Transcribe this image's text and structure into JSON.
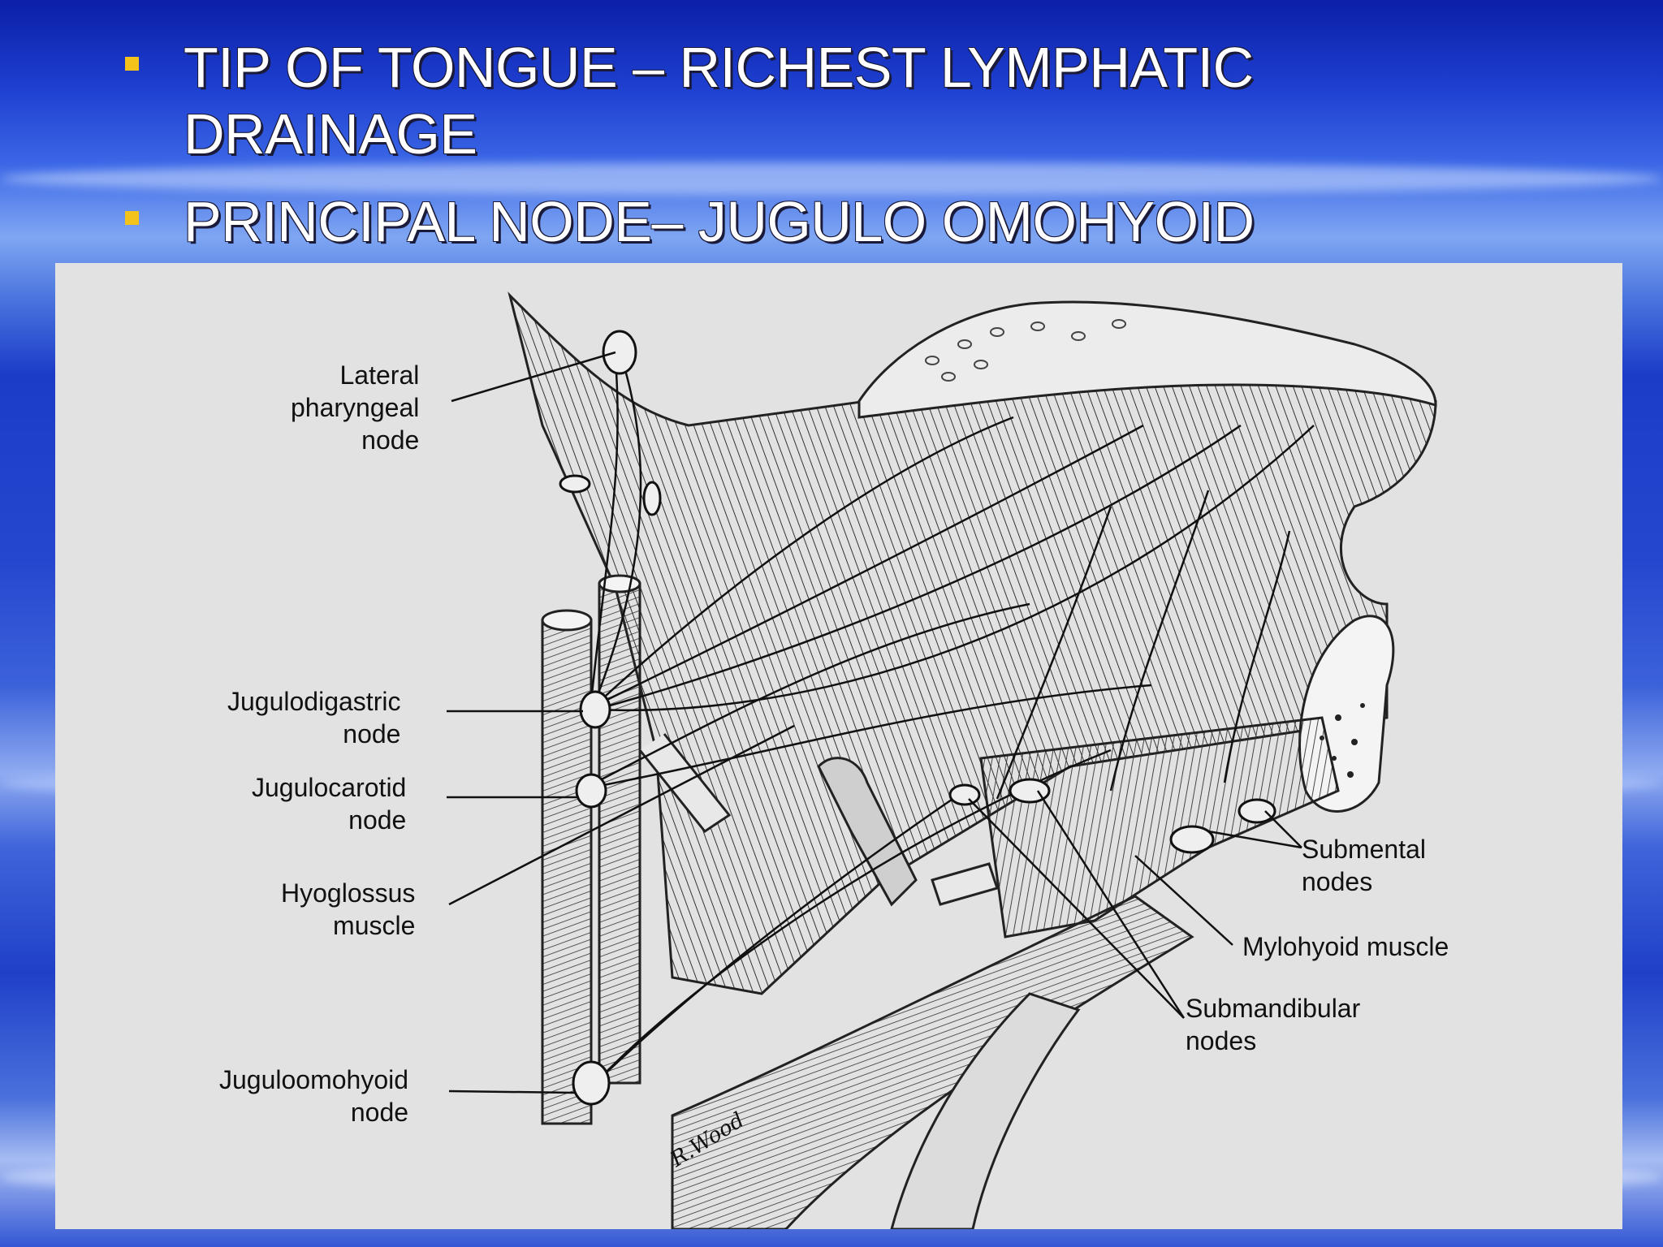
{
  "bullets": [
    {
      "text": "TIP OF TONGUE – RICHEST LYMPHATIC DRAINAGE"
    },
    {
      "text": "PRINCIPAL NODE– JUGULO OMOHYOID"
    }
  ],
  "figure": {
    "labels": {
      "lateral_pharyngeal": [
        "Lateral",
        "pharyngeal",
        "node"
      ],
      "jugulodigastric": [
        "Jugulodigastric",
        "node"
      ],
      "jugulocarotid": [
        "Jugulocarotid",
        "node"
      ],
      "hyoglossus": [
        "Hyoglossus",
        "muscle"
      ],
      "juguloomohyoid": [
        "Juguloomohyoid",
        "node"
      ],
      "submental": [
        "Submental",
        "nodes"
      ],
      "mylohyoid": "Mylohyoid muscle",
      "submandibular": [
        "Submandibular",
        "nodes"
      ]
    },
    "signature": "R.Wood"
  },
  "colors": {
    "accent_marker": "#f3c21b",
    "title_text": "#ffffff",
    "figure_bg": "#e2e2e2"
  }
}
